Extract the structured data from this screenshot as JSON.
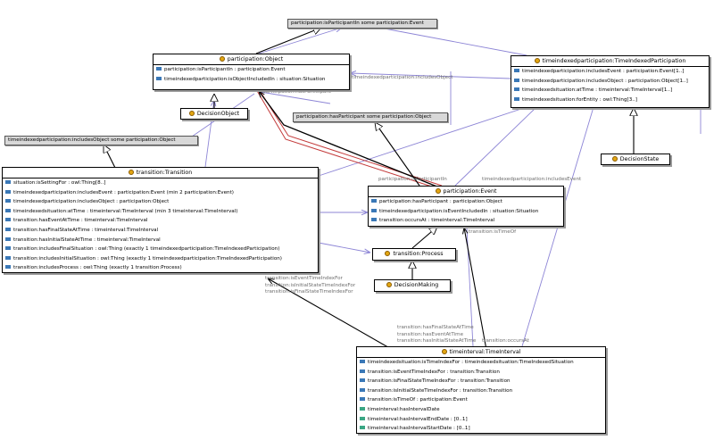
{
  "classes": {
    "participation_object": {
      "title": "participation:Object",
      "properties": [
        {
          "kind": "object",
          "text": "participation:isParticipantIn : participation:Event"
        },
        {
          "kind": "object",
          "text": "timeindexedparticipation:isObjectIncludedIn : situation:Situation"
        }
      ]
    },
    "tip": {
      "title": "timeindexedparticipation:TimeIndexedParticipation",
      "properties": [
        {
          "kind": "object",
          "text": "timeindexedparticipation:includesEvent : participation:Event[1..]"
        },
        {
          "kind": "object",
          "text": "timeindexedparticipation:includesObject : participation:Object[1..]"
        },
        {
          "kind": "object",
          "text": "timeindexedsituation:atTime : timeinterval:TimeInterval[1..]"
        },
        {
          "kind": "object",
          "text": "timeindexedsituation:forEntity : owl:Thing[3..]"
        }
      ]
    },
    "decision_object": {
      "title": "DecisionObject"
    },
    "decision_state": {
      "title": "DecisionState"
    },
    "transition": {
      "title": "transition:Transition",
      "properties": [
        {
          "kind": "object",
          "text": "situation:isSettingFor : owl:Thing[8..]"
        },
        {
          "kind": "object",
          "text": "timeindexedparticipation:includesEvent : participation:Event (min 2 participation:Event)"
        },
        {
          "kind": "object",
          "text": "timeindexedparticipation:includesObject : participation:Object"
        },
        {
          "kind": "object",
          "text": "timeindexedsituation:atTime : timeinterval:TimeInterval (min 3 timeinterval:TimeInterval)"
        },
        {
          "kind": "object",
          "text": "transition:hasEventAtTime : timeinterval:TimeInterval"
        },
        {
          "kind": "object",
          "text": "transition:hasFinalStateAtTime : timeinterval:TimeInterval"
        },
        {
          "kind": "object",
          "text": "transition:hasInitialStateAtTime : timeinterval:TimeInterval"
        },
        {
          "kind": "object",
          "text": "transition:includesFinalSituation : owl:Thing (exactly 1 timeindexedparticipation:TimeIndexedParticipation)"
        },
        {
          "kind": "object",
          "text": "transition:includesInitialSituation : owl:Thing (exactly 1 timeindexedparticipation:TimeIndexedParticipation)"
        },
        {
          "kind": "object",
          "text": "transition:includesProcess : owl:Thing (exactly 1 transition:Process)"
        }
      ]
    },
    "event": {
      "title": "participation:Event",
      "properties": [
        {
          "kind": "object",
          "text": "participation:hasParticipant : participation:Object"
        },
        {
          "kind": "object",
          "text": "timeindexedparticipation:isEventIncludedIn : situation:Situation"
        },
        {
          "kind": "object",
          "text": "transition:occursAt : timeinterval:TimeInterval"
        }
      ]
    },
    "process": {
      "title": "transition:Process"
    },
    "decision_making": {
      "title": "DecisionMaking"
    },
    "time_interval": {
      "title": "timeinterval:TimeInterval",
      "properties": [
        {
          "kind": "object",
          "text": "timeindexedsituation:isTimeIndexFor : timeindexedsituation:TimeIndexedSituation"
        },
        {
          "kind": "object",
          "text": "transition:isEventTimeIndexFor : transition:Transition"
        },
        {
          "kind": "object",
          "text": "transition:isFinalStateTimeIndexFor : transition:Transition"
        },
        {
          "kind": "object",
          "text": "transition:isInitialStateTimeIndexFor : transition:Transition"
        },
        {
          "kind": "object",
          "text": "transition:isTimeOf : participation:Event"
        },
        {
          "kind": "data",
          "text": "timeinterval:hasIntervalDate"
        },
        {
          "kind": "data",
          "text": "timeinterval:hasIntervalEndDate : [0..1]"
        },
        {
          "kind": "data",
          "text": "timeinterval:hasIntervalStartDate : [0..1]"
        }
      ]
    }
  },
  "restrictions": {
    "is_participant_in": "participation:isParticipantIn some participation:Event",
    "has_participant": "participation:hasParticipant some participation:Object",
    "includes_object": "timeindexedparticipation:includesObject some participation:Object"
  },
  "edge_labels": {
    "includes_object": "timeindexedparticipation:includesObject",
    "has_participant": "participation:hasParticipant",
    "is_participant_in": "participation:isParticipantIn",
    "includes_event": "timeindexedparticipation:includesEvent",
    "is_time_of": "transition:isTimeOf",
    "transition_index": [
      "transition:isEventTimeIndexFor",
      "transition:isInitialStateTimeIndexFor",
      "transition:isFinalStateTimeIndexFor"
    ],
    "time_bundle": [
      "transition:hasFinalStateAtTime",
      "transition:hasEventAtTime",
      "transition:hasInitialStateAtTime"
    ],
    "occurs_at": "transition:occursAt"
  },
  "colors": {
    "class_dot": "#e3a612",
    "object_property_icon": "#3a78b7",
    "data_property_icon": "#3aa684",
    "property_edge": "#8d85d6",
    "subclass_edge": "#000000",
    "highlight_edge": "#c33a3a"
  }
}
